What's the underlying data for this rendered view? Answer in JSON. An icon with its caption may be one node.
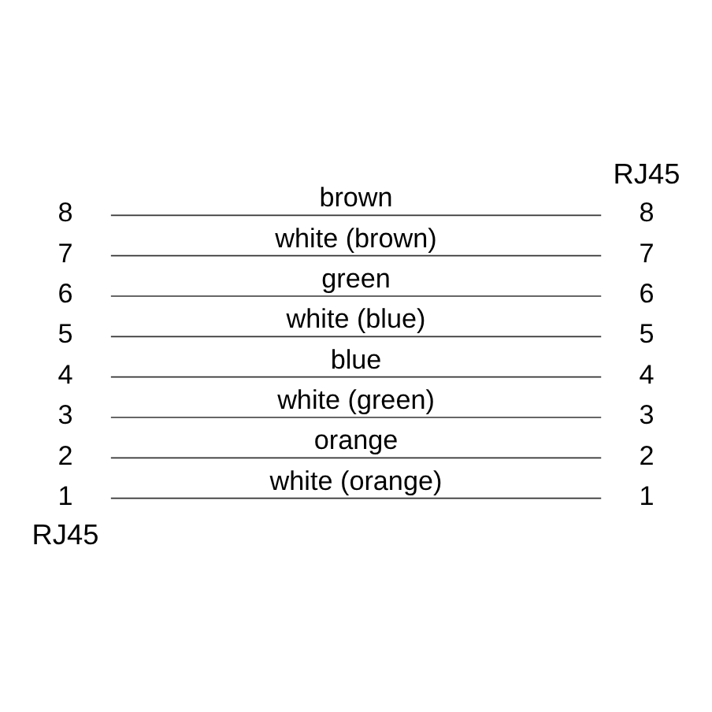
{
  "diagram": {
    "nodes": [
      {
        "text": [
          "1"
        ]
      },
      {
        "text": [
          "2"
        ]
      },
      {
        "text": [
          "3"
        ]
      },
      {
        "text": [
          "4"
        ]
      },
      {
        "text": [
          "5"
        ]
      },
      {
        "text": [
          "6"
        ]
      },
      {
        "text": [
          "7"
        ]
      },
      {
        "text": [
          "8"
        ]
      },
      {
        "text": [
          "1"
        ]
      },
      {
        "text": [
          "2"
        ]
      },
      {
        "text": [
          "3"
        ]
      },
      {
        "text": [
          "4"
        ]
      },
      {
        "text": [
          "5"
        ]
      },
      {
        "text": [
          "6"
        ]
      },
      {
        "text": [
          "7"
        ]
      },
      {
        "text": [
          "8"
        ]
      }
    ],
    "edges": [
      {
        "from": 0,
        "to": 8,
        "arrow": "none",
        "label": "white (orange)"
      },
      {
        "from": 1,
        "to": 9,
        "arrow": "none",
        "label": "orange"
      },
      {
        "from": 2,
        "to": 10,
        "arrow": "none",
        "label": "white (green)"
      },
      {
        "from": 3,
        "to": 11,
        "arrow": "none",
        "label": "blue"
      },
      {
        "from": 4,
        "to": 12,
        "arrow": "none",
        "label": "white (blue)"
      },
      {
        "from": 5,
        "to": 13,
        "arrow": "none",
        "label": "green"
      },
      {
        "from": 6,
        "to": 14,
        "arrow": "none",
        "label": "white (brown)"
      },
      {
        "from": 7,
        "to": 15,
        "arrow": "none",
        "label": "brown"
      }
    ],
    "labels": [
      "RJ45",
      "RJ45"
    ]
  }
}
